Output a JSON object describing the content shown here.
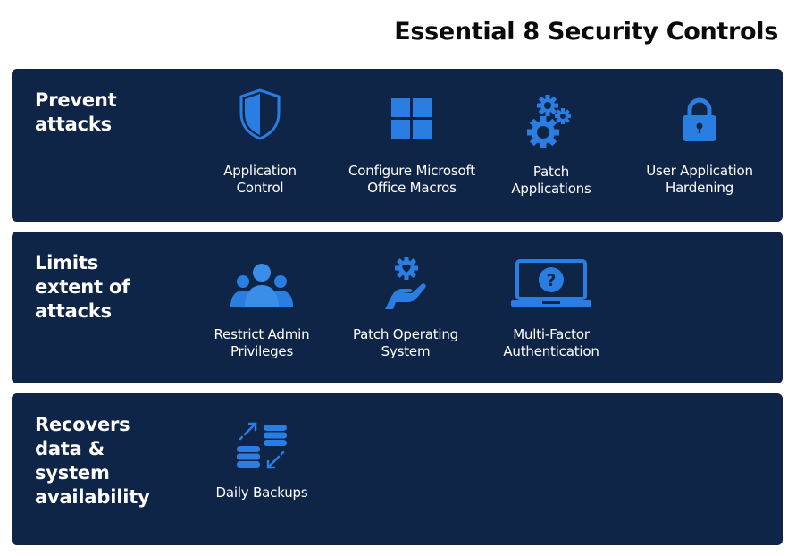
{
  "title": "Essential 8 Security Controls",
  "colors": {
    "panel_bg": "#0f2547",
    "icon_blue": "#2a7de1",
    "text_white": "#ffffff",
    "title_black": "#0a0a0a"
  },
  "sections": [
    {
      "heading": "Prevent\nattacks",
      "items": [
        {
          "label": "Application\nControl",
          "icon": "shield-icon"
        },
        {
          "label": "Configure Microsoft\nOffice Macros",
          "icon": "windows-grid-icon"
        },
        {
          "label": "Patch\nApplications",
          "icon": "gears-icon"
        },
        {
          "label": "User Application\nHardening",
          "icon": "padlock-icon"
        }
      ]
    },
    {
      "heading": "Limits\nextent of\nattacks",
      "items": [
        {
          "label": "Restrict Admin\nPrivileges",
          "icon": "users-group-icon"
        },
        {
          "label": "Patch Operating\nSystem",
          "icon": "hand-gear-heart-icon"
        },
        {
          "label": "Multi-Factor\nAuthentication",
          "icon": "laptop-question-icon"
        }
      ]
    },
    {
      "heading": "Recovers\ndata &\nsystem\navailability",
      "items": [
        {
          "label": "Daily Backups",
          "icon": "database-sync-icon"
        }
      ]
    }
  ]
}
